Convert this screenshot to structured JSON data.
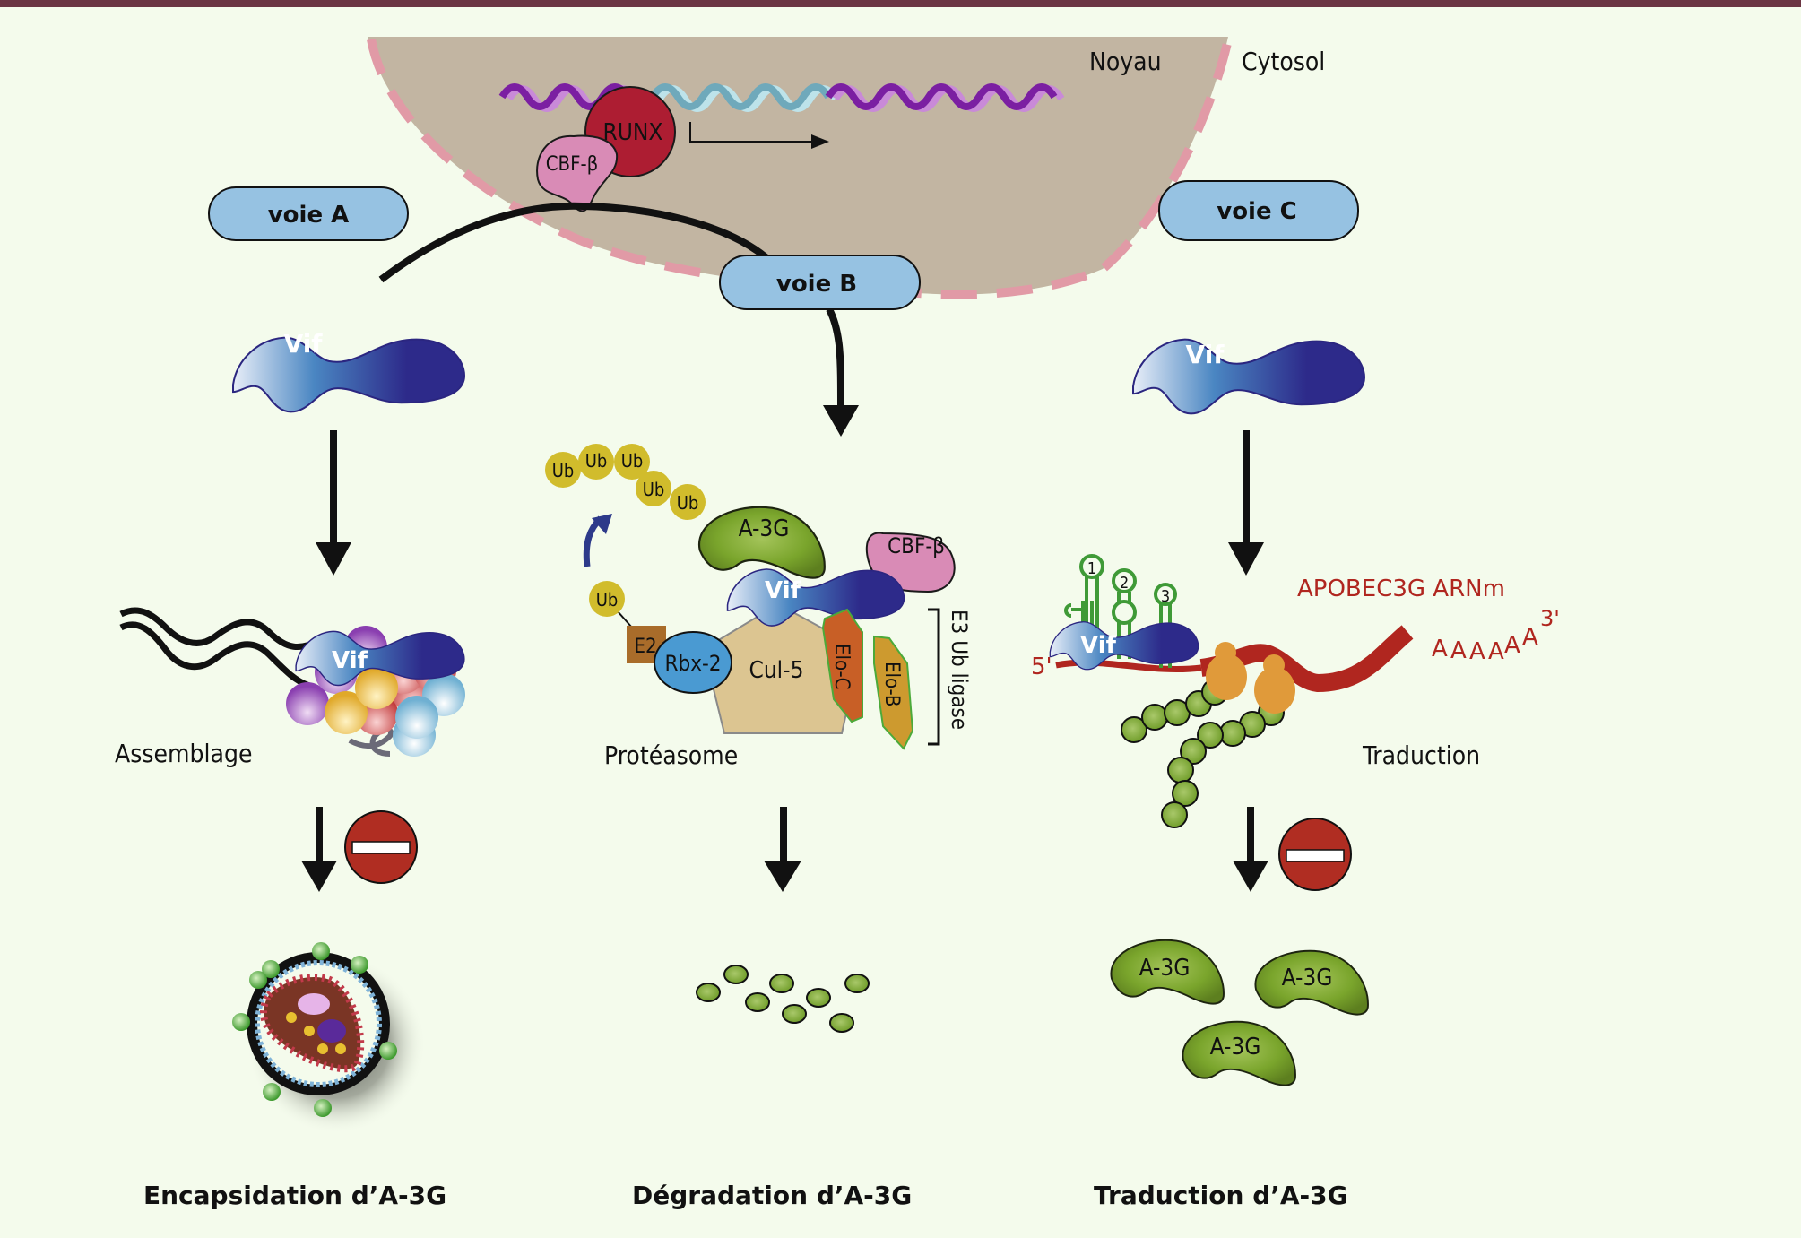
{
  "colors": {
    "background": "#f4fbec",
    "top_bar": "#6b3543",
    "nucleus": "#c2b5a2",
    "nuclear_membrane": "#e19aa6",
    "pathway_pill": "#96c2e2",
    "vif_dark": "#2d2a8a",
    "vif_light": "#4a86c2",
    "a3g_green": "#6f9a2a",
    "ubiquitin": "#d1bc2c",
    "stop_sign": "#b02d22",
    "mrna": "#b0261f",
    "ribosome": "#e09a3a"
  },
  "compartments": {
    "nucleus": "Noyau",
    "cytosol": "Cytosol"
  },
  "nucleus": {
    "runx": "RUNX",
    "cbf_beta": "CBF-β"
  },
  "pathways": [
    {
      "id": "A",
      "label": "voie A"
    },
    {
      "id": "B",
      "label": "voie B"
    },
    {
      "id": "C",
      "label": "voie C"
    }
  ],
  "vif_label": "Vif",
  "pathway_a": {
    "step_label": "Assemblage",
    "outcome": "Encapsidation d’A-3G",
    "blocked": true
  },
  "pathway_b": {
    "ubiquitin": "Ub",
    "ub_chain": [
      "Ub",
      "Ub",
      "Ub",
      "Ub",
      "Ub"
    ],
    "a3g": "A-3G",
    "cbf_beta": "CBF-β",
    "e2": "E2",
    "rbx2": "Rbx-2",
    "cul5": "Cul-5",
    "elo_c": "Elo-C",
    "elo_b": "Elo-B",
    "e3_ligase": "E3 Ub ligase",
    "step_label": "Protéasome",
    "outcome": "Dégradation d’A-3G",
    "blocked": false
  },
  "pathway_c": {
    "mrna_label": "APOBEC3G ARNm",
    "five_prime": "5'",
    "three_prime": "3'",
    "poly_a": [
      "A",
      "A",
      "A",
      "A",
      "A",
      "A"
    ],
    "stem_loops": [
      "1",
      "2",
      "3"
    ],
    "step_label": "Traduction",
    "a3g_products": [
      "A-3G",
      "A-3G",
      "A-3G"
    ],
    "outcome": "Traduction d’A-3G",
    "blocked": true
  }
}
